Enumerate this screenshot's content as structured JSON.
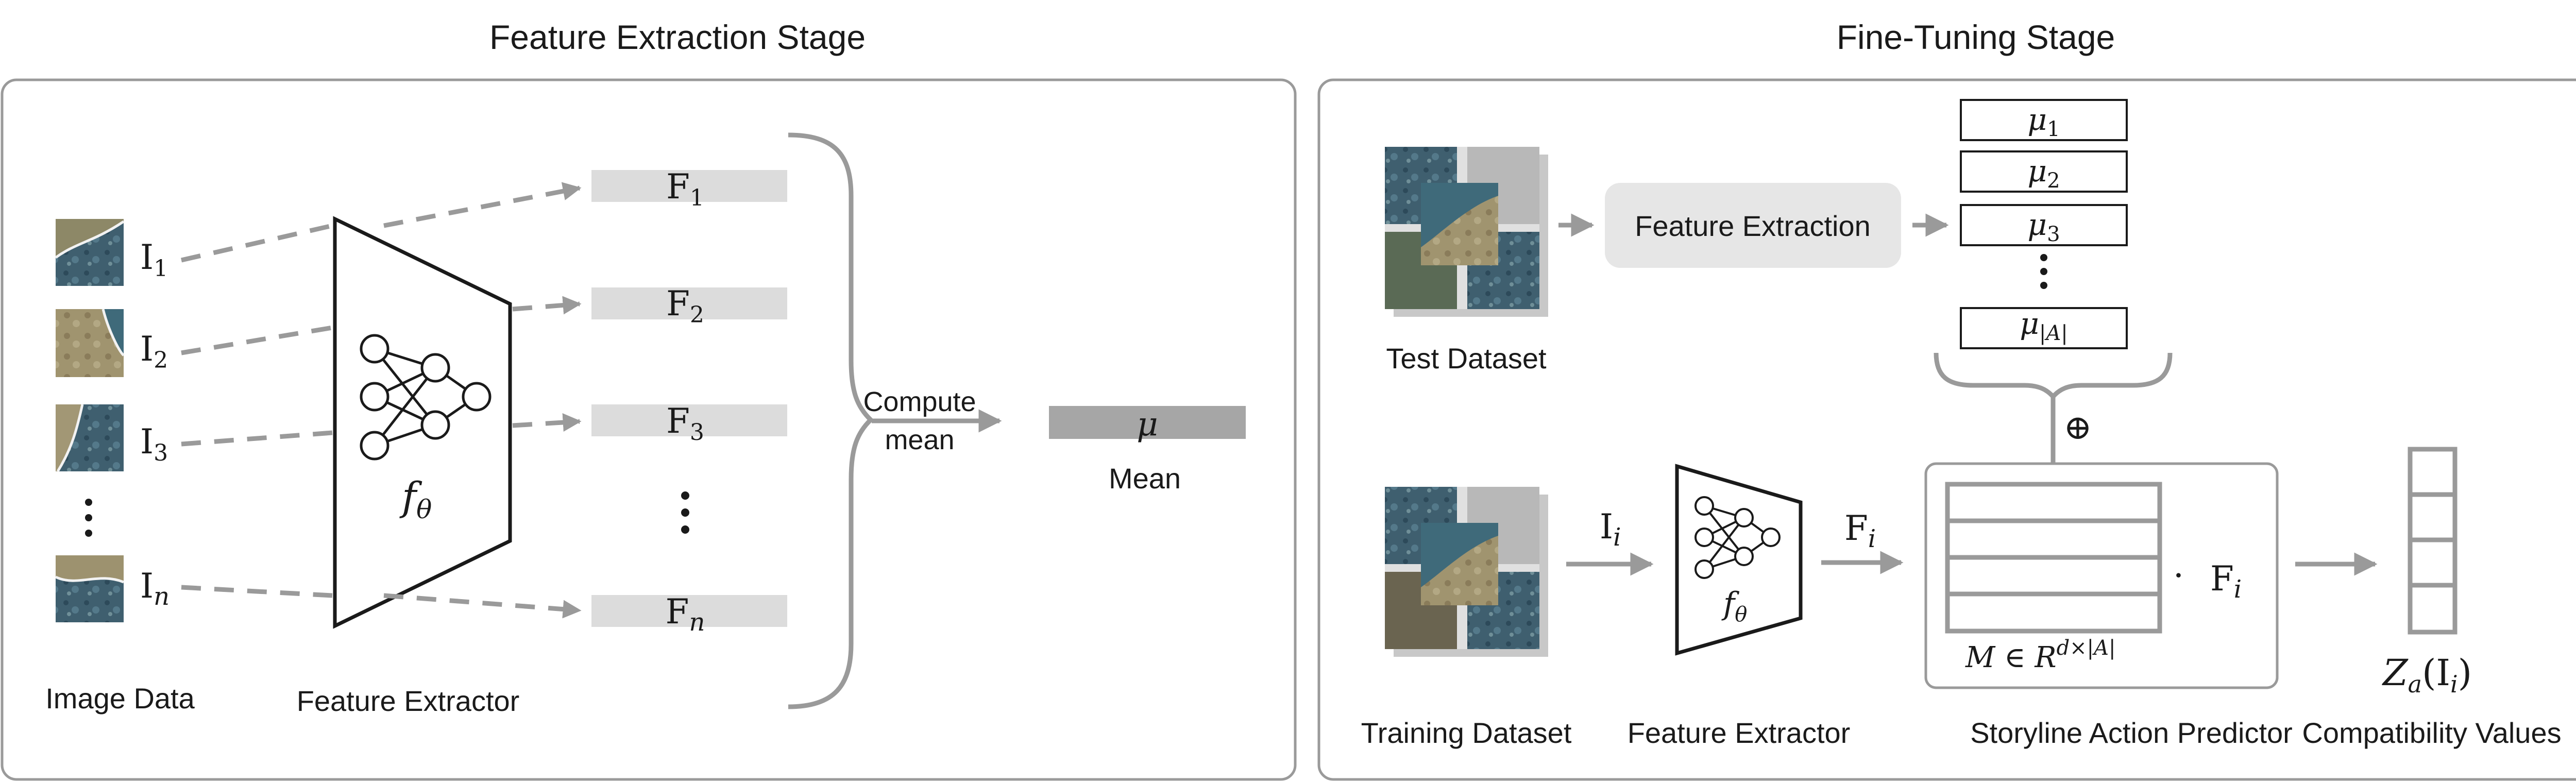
{
  "left_panel": {
    "title": "Feature Extraction Stage",
    "images": [
      {
        "label": "I",
        "sub": "1"
      },
      {
        "label": "I",
        "sub": "2"
      },
      {
        "label": "I",
        "sub": "3"
      },
      {
        "label": "I",
        "sub": "n"
      }
    ],
    "features": [
      {
        "label": "F",
        "sub": "1"
      },
      {
        "label": "F",
        "sub": "2"
      },
      {
        "label": "F",
        "sub": "3"
      },
      {
        "label": "F",
        "sub": "n"
      }
    ],
    "extractor_symbol": {
      "base": "f",
      "sub": "θ"
    },
    "compute_line1": "Compute",
    "compute_line2": "mean",
    "mean_symbol": "μ",
    "mean_label": "Mean",
    "image_data_label": "Image Data",
    "feature_extractor_label": "Feature Extractor"
  },
  "right_panel": {
    "title": "Fine-Tuning Stage",
    "test_dataset_label": "Test Dataset",
    "feature_extraction_box": "Feature Extraction",
    "mu_list": [
      {
        "base": "μ",
        "sub": "1"
      },
      {
        "base": "μ",
        "sub": "2"
      },
      {
        "base": "μ",
        "sub": "3"
      },
      {
        "base": "μ",
        "sub": "|A|"
      }
    ],
    "oplus": "⊕",
    "training_dataset_label": "Training Dataset",
    "input_symbol": {
      "base": "I",
      "sub": "i"
    },
    "extractor_symbol": {
      "base": "f",
      "sub": "θ"
    },
    "feature_symbol": {
      "base": "F",
      "sub": "i"
    },
    "feature_extractor_label": "Feature Extractor",
    "matrix_formula": {
      "text": "M ∈ R",
      "sup": "d×|A|"
    },
    "dot_symbol": "·",
    "dot_feature": {
      "base": "F",
      "sub": "i"
    },
    "predictor_label": "Storyline Action Predictor",
    "output_formula": {
      "base": "Z",
      "sub": "a",
      "rest": "(I",
      "sub2": "i",
      "end": ")"
    },
    "compat_label": "Compatibility Values"
  },
  "colors": {
    "arrow_gray": "#9a9a9a",
    "feature_bar": "#dcdcdc",
    "mean_bar": "#a6a6a6",
    "panel_border": "#9a9a9a",
    "fe_box": "#e6e6e6"
  }
}
